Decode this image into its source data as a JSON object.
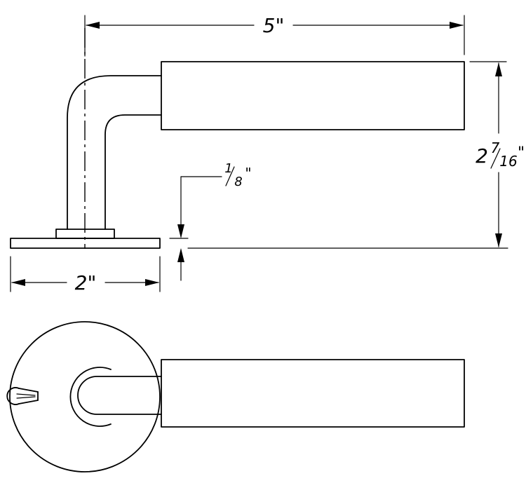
{
  "dimensions": {
    "overall_length": "5\"",
    "rosette_diameter": "2\"",
    "base_thickness": {
      "numerator": "1",
      "denominator": "8",
      "inch_mark": "\""
    },
    "lever_height": {
      "whole": "2",
      "numerator": "7",
      "denominator": "16",
      "inch_mark": "\""
    }
  },
  "colors": {
    "line": "#000000",
    "background": "#ffffff"
  }
}
